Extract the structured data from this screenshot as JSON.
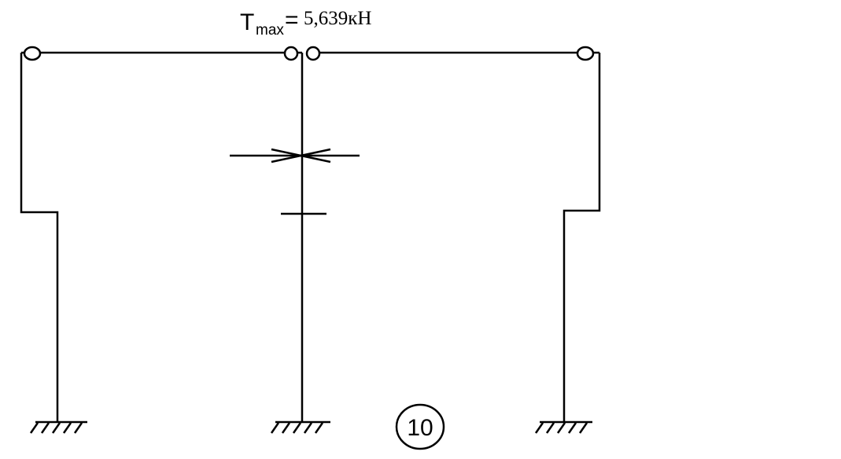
{
  "annotation": {
    "symbol": "T",
    "subscript": "max",
    "equals": "=",
    "value": "5,639кН"
  },
  "scheme_number": "10",
  "colors": {
    "line": "#000000",
    "background": "#ffffff"
  }
}
